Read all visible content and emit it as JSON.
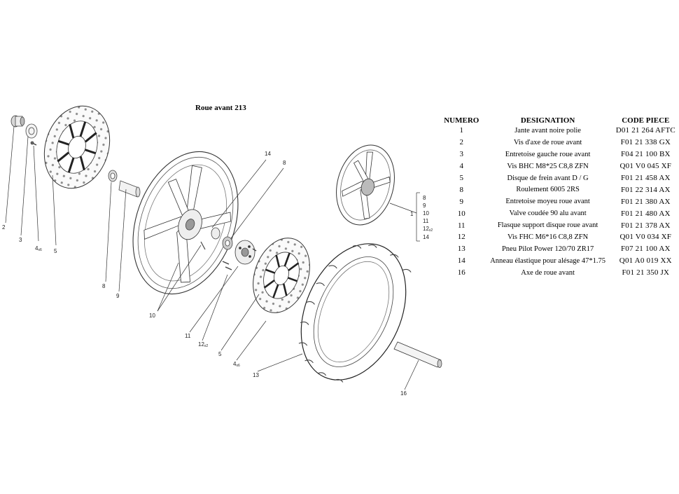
{
  "title": "Roue avant 213",
  "table": {
    "headers": {
      "num": "NUMERO",
      "designation": "DESIGNATION",
      "code": "CODE PIECE"
    },
    "rows": [
      {
        "num": "1",
        "designation": "Jante avant noire polie",
        "code": "D01 21 264 AFTC"
      },
      {
        "num": "2",
        "designation": "Vis d'axe de roue avant",
        "code": "F01 21 338 GX"
      },
      {
        "num": "3",
        "designation": "Entretoise gauche roue avant",
        "code": "F04 21 100 BX"
      },
      {
        "num": "4",
        "designation": "Vis BHC M8*25 C8,8 ZFN",
        "code": "Q01 V0 045 XF"
      },
      {
        "num": "5",
        "designation": "Disque de frein avant D / G",
        "code": "F01 21 458 AX"
      },
      {
        "num": "8",
        "designation": "Roulement 6005 2RS",
        "code": "F01 22 314 AX"
      },
      {
        "num": "9",
        "designation": "Entretoise moyeu roue avant",
        "code": "F01 21 380 AX"
      },
      {
        "num": "10",
        "designation": "Valve coudée 90 alu avant",
        "code": "F01 21 480 AX"
      },
      {
        "num": "11",
        "designation": "Flasque support disque roue avant",
        "code": "F01 21 378 AX"
      },
      {
        "num": "12",
        "designation": "Vis FHC M6*16 C8,8 ZFN",
        "code": "Q01 V0 034 XF"
      },
      {
        "num": "13",
        "designation": "Pneu Pilot Power 120/70 ZR17",
        "code": "F07 21 100 AX"
      },
      {
        "num": "14",
        "designation": "Anneau élastique pour alésage 47*1.75",
        "code": "Q01 A0 019 XX"
      },
      {
        "num": "16",
        "designation": "Axe de roue avant",
        "code": "F01 21 350 JX"
      }
    ]
  },
  "callouts": {
    "c2": "2",
    "c3": "3",
    "c4a": "4",
    "c4a_sub": "x6",
    "c5a": "5",
    "c8a": "8",
    "c9a": "9",
    "c14": "14",
    "c8b": "8",
    "c10": "10",
    "c11": "11",
    "c12": "12",
    "c12_sub": "x2",
    "c5b": "5",
    "c4b": "4",
    "c4b_sub": "x6",
    "c13": "13",
    "c16": "16",
    "c1": "1",
    "inset": [
      "8",
      "9",
      "10",
      "11",
      "12",
      "14"
    ],
    "inset_sub": "x2"
  }
}
